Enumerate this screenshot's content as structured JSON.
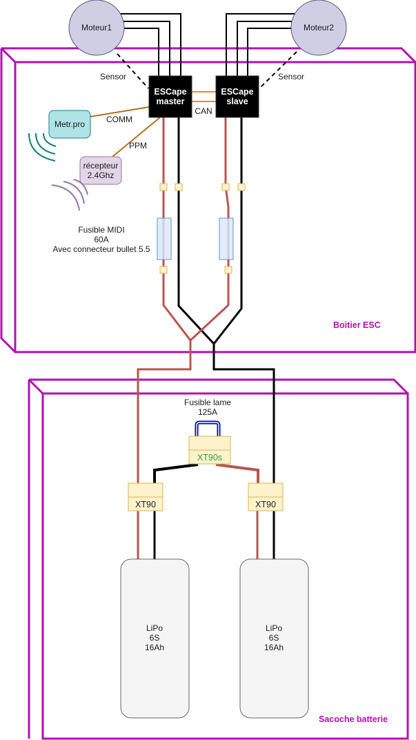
{
  "colors": {
    "enclosure": "#b30fb3",
    "motor_fill": "#d0cee2",
    "esc_fill": "#000000",
    "can_wire": "#f08a1c",
    "comm_wire": "#b36f1c",
    "power_pos": "#b85450",
    "power_neg": "#000000",
    "metr_fill": "#b0e3e6",
    "metr_waves": "#0e7c7b",
    "rx_fill": "#e1d5e7",
    "rx_waves": "#9673a6",
    "fuse_fill": "#dae8fc",
    "connector_fill": "#fff2cc",
    "connector_stroke": "#d6b656",
    "blade_fuse": "#0000cc",
    "battery_fill": "#f5f5f5",
    "xt90s_text": "#2e9e45"
  },
  "motors": [
    {
      "label": "Moteur1"
    },
    {
      "label": "Moteur2"
    }
  ],
  "escs": [
    {
      "line1": "ESCape",
      "line2": "master"
    },
    {
      "line1": "ESCape",
      "line2": "slave"
    }
  ],
  "links": {
    "sensor_left": "Sensor",
    "sensor_right": "Sensor",
    "can": "CAN",
    "comm": "COMM",
    "ppm": "PPM"
  },
  "peripherals": {
    "telemetry": {
      "label": "Metr.pro"
    },
    "receiver": {
      "line1": "récepteur",
      "line2": "2.4Ghz"
    }
  },
  "fuse_midi": {
    "line1": "Fusible MIDI",
    "line2": "60A",
    "line3": "Avec connecteur bullet 5.5"
  },
  "fuse_blade": {
    "line1": "Fusible lame",
    "line2": "125A"
  },
  "connectors": {
    "xt90s": "XT90s",
    "xt90_left": "XT90",
    "xt90_right": "XT90"
  },
  "batteries": [
    {
      "line1": "LiPo",
      "line2": "6S",
      "line3": "16Ah"
    },
    {
      "line1": "LiPo",
      "line2": "6S",
      "line3": "16Ah"
    }
  ],
  "enclosures": {
    "esc_box": "Boitier ESC",
    "battery_bag": "Sacoche batterie"
  }
}
